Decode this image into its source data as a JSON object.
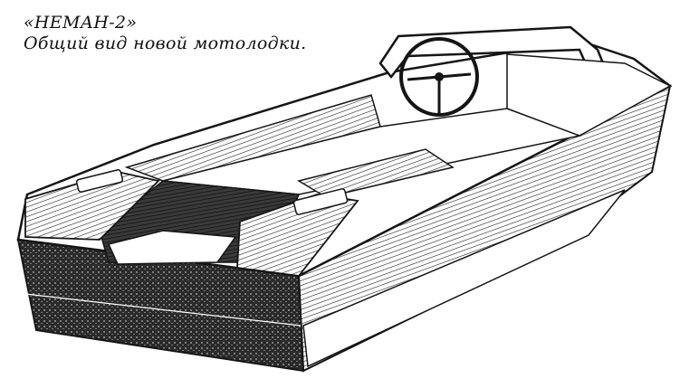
{
  "caption": {
    "title": "«НЕМАН-2»",
    "subtitle": "Общий вид новой мотолодки."
  },
  "illustration": {
    "subject": "boat-drawing",
    "ink_color": "#151515",
    "paper_color": "#ffffff"
  }
}
